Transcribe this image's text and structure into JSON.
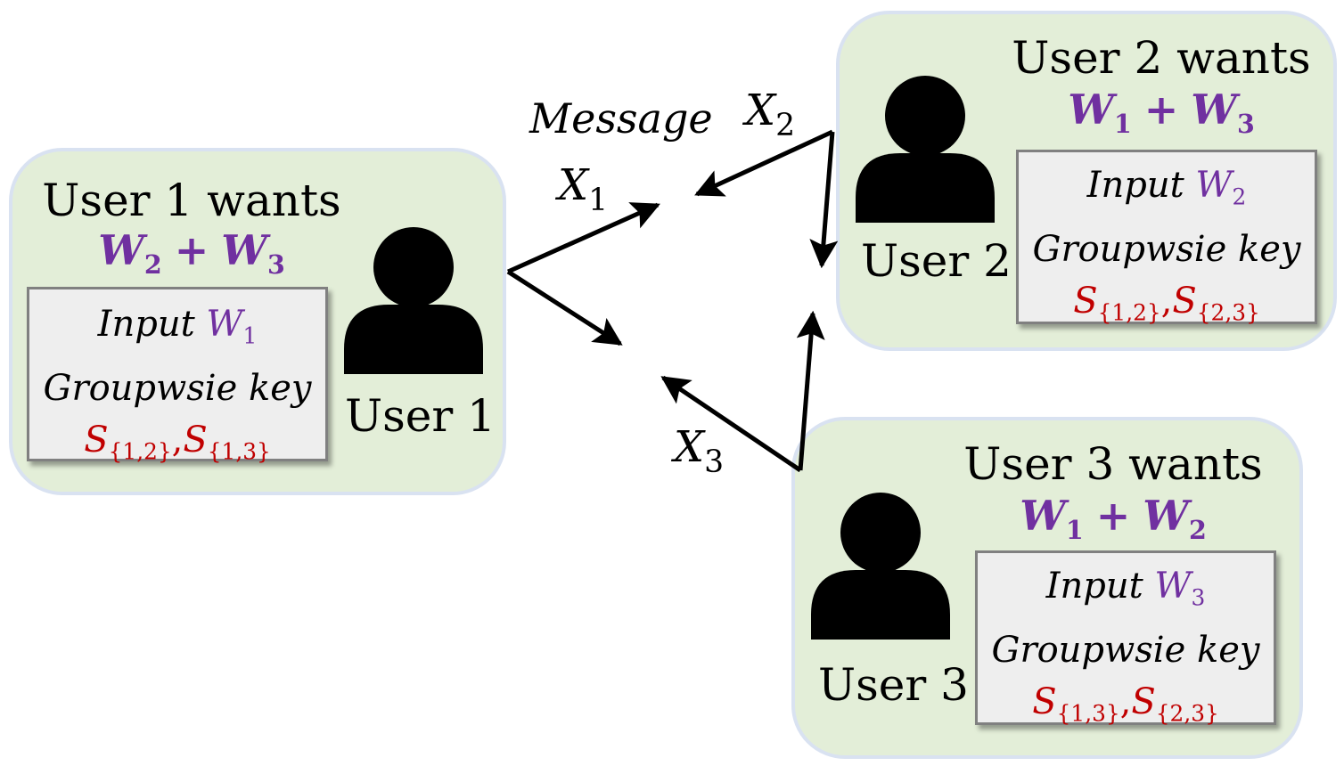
{
  "users": [
    {
      "title": "User 1 wants",
      "wants": [
        {
          "sym": "W",
          "sub": "2"
        },
        {
          "sym": "W",
          "sub": "3"
        }
      ],
      "plus": "+",
      "input_word": "Input",
      "input_sym": "W",
      "input_sub": "1",
      "key_text": "Groupwsie key",
      "keys": [
        {
          "sym": "S",
          "sub": "{1,2}"
        },
        {
          "sym": "S",
          "sub": "{1,3}"
        }
      ],
      "comma": ",",
      "name": "User 1"
    },
    {
      "title": "User 2 wants",
      "wants": [
        {
          "sym": "W",
          "sub": "1"
        },
        {
          "sym": "W",
          "sub": "3"
        }
      ],
      "plus": "+",
      "input_word": "Input",
      "input_sym": "W",
      "input_sub": "2",
      "key_text": "Groupwsie key",
      "keys": [
        {
          "sym": "S",
          "sub": "{1,2}"
        },
        {
          "sym": "S",
          "sub": "{2,3}"
        }
      ],
      "comma": ",",
      "name": "User 2"
    },
    {
      "title": "User 3 wants",
      "wants": [
        {
          "sym": "W",
          "sub": "1"
        },
        {
          "sym": "W",
          "sub": "2"
        }
      ],
      "plus": "+",
      "input_word": "Input",
      "input_sym": "W",
      "input_sub": "3",
      "key_text": "Groupwsie key",
      "keys": [
        {
          "sym": "S",
          "sub": "{1,3}"
        },
        {
          "sym": "S",
          "sub": "{2,3}"
        }
      ],
      "comma": ",",
      "name": "User 3"
    }
  ],
  "message_label": "Message",
  "messages": [
    {
      "sym": "X",
      "sub": "1"
    },
    {
      "sym": "X",
      "sub": "2"
    },
    {
      "sym": "X",
      "sub": "3"
    }
  ],
  "colors": {
    "panel_fill": "#e3eed8",
    "panel_border": "#d9e2f1",
    "want_color": "#7030a0",
    "key_color": "#c00000",
    "box_fill": "#eeeeee",
    "box_border": "#808080"
  },
  "icons": [
    "person-icon"
  ]
}
